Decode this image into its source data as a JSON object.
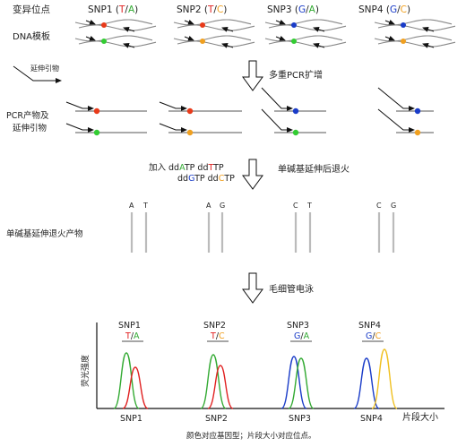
{
  "labels": {
    "variant_site": "变异位点",
    "dna_template": "DNA模板",
    "primer": "延伸引物",
    "multiplex_pcr": "多重PCR扩增",
    "pcr_products_line1": "PCR产物及",
    "pcr_products_line2": "延伸引物",
    "add_prefix": "加入 ",
    "single_base_extension": "单碱基延伸后退火",
    "extension_products": "单碱基延伸退火产物",
    "capillary": "毛细管电泳",
    "fluorescence": "荧光强度",
    "fragment_size": "片段大小",
    "caption": "颜色对应基因型；片段大小对应位点。"
  },
  "ddntp_line1": [
    {
      "t": "dd",
      "c": "#222222"
    },
    {
      "t": "A",
      "c": "#33aa33"
    },
    {
      "t": "TP ",
      "c": "#222222"
    },
    {
      "t": "dd",
      "c": "#222222"
    },
    {
      "t": "T",
      "c": "#e02020"
    },
    {
      "t": "TP",
      "c": "#222222"
    }
  ],
  "ddntp_line2": [
    {
      "t": "dd",
      "c": "#222222"
    },
    {
      "t": "G",
      "c": "#1a3cc8"
    },
    {
      "t": "TP ",
      "c": "#222222"
    },
    {
      "t": "dd",
      "c": "#222222"
    },
    {
      "t": "C",
      "c": "#f0a020"
    },
    {
      "t": "TP",
      "c": "#222222"
    }
  ],
  "colors": {
    "A": "#33aa33",
    "T": "#e02020",
    "G": "#1a3cc8",
    "C": "#f0a020"
  },
  "snps": [
    {
      "name": "SNP1",
      "allele1": "T",
      "allele2": "A",
      "base1": "A",
      "base2": "T"
    },
    {
      "name": "SNP2",
      "allele1": "T",
      "allele2": "C",
      "base1": "A",
      "base2": "G"
    },
    {
      "name": "SNP3",
      "allele1": "G",
      "allele2": "A",
      "base1": "C",
      "base2": "T"
    },
    {
      "name": "SNP4",
      "allele1": "G",
      "allele2": "C",
      "base1": "C",
      "base2": "G"
    }
  ]
}
